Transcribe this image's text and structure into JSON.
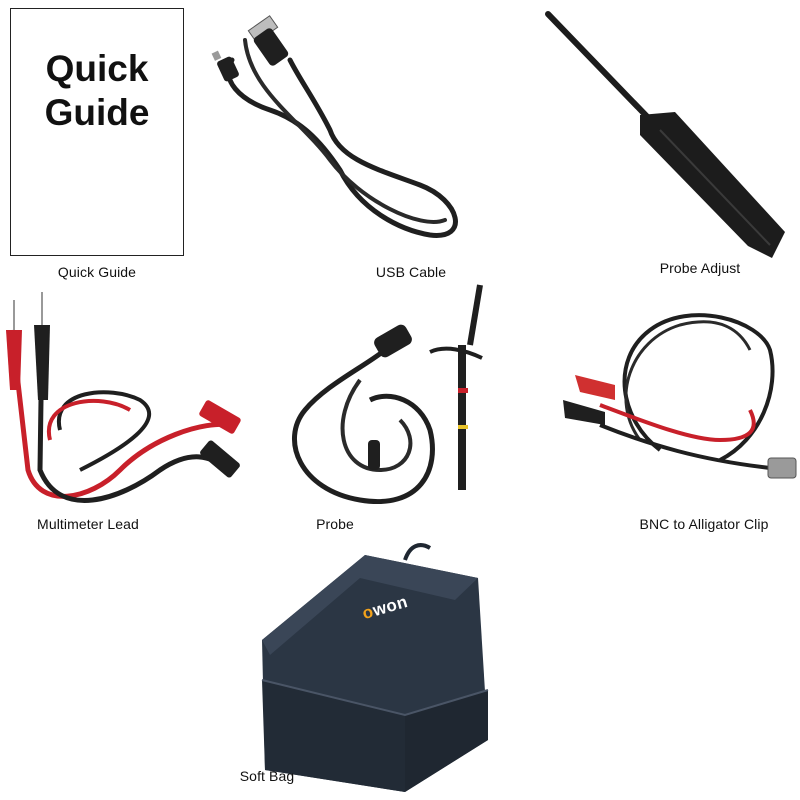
{
  "colors": {
    "cable_black": "#1f1f1f",
    "lead_red": "#c8202a",
    "bag_navy": "#2b3644",
    "brand_orange": "#f2a21b"
  },
  "items": [
    {
      "id": "quick-guide",
      "title_line1": "Quick",
      "title_line2": "Guide",
      "caption": "Quick Guide"
    },
    {
      "id": "usb-cable",
      "caption": "USB Cable"
    },
    {
      "id": "probe-adjust",
      "caption": "Probe Adjust"
    },
    {
      "id": "multimeter-lead",
      "caption": "Multimeter Lead"
    },
    {
      "id": "probe",
      "caption": "Probe"
    },
    {
      "id": "bnc-alligator",
      "caption": "BNC to Alligator Clip"
    },
    {
      "id": "soft-bag",
      "caption": "Soft Bag",
      "brand_first": "o",
      "brand_rest": "won"
    }
  ]
}
